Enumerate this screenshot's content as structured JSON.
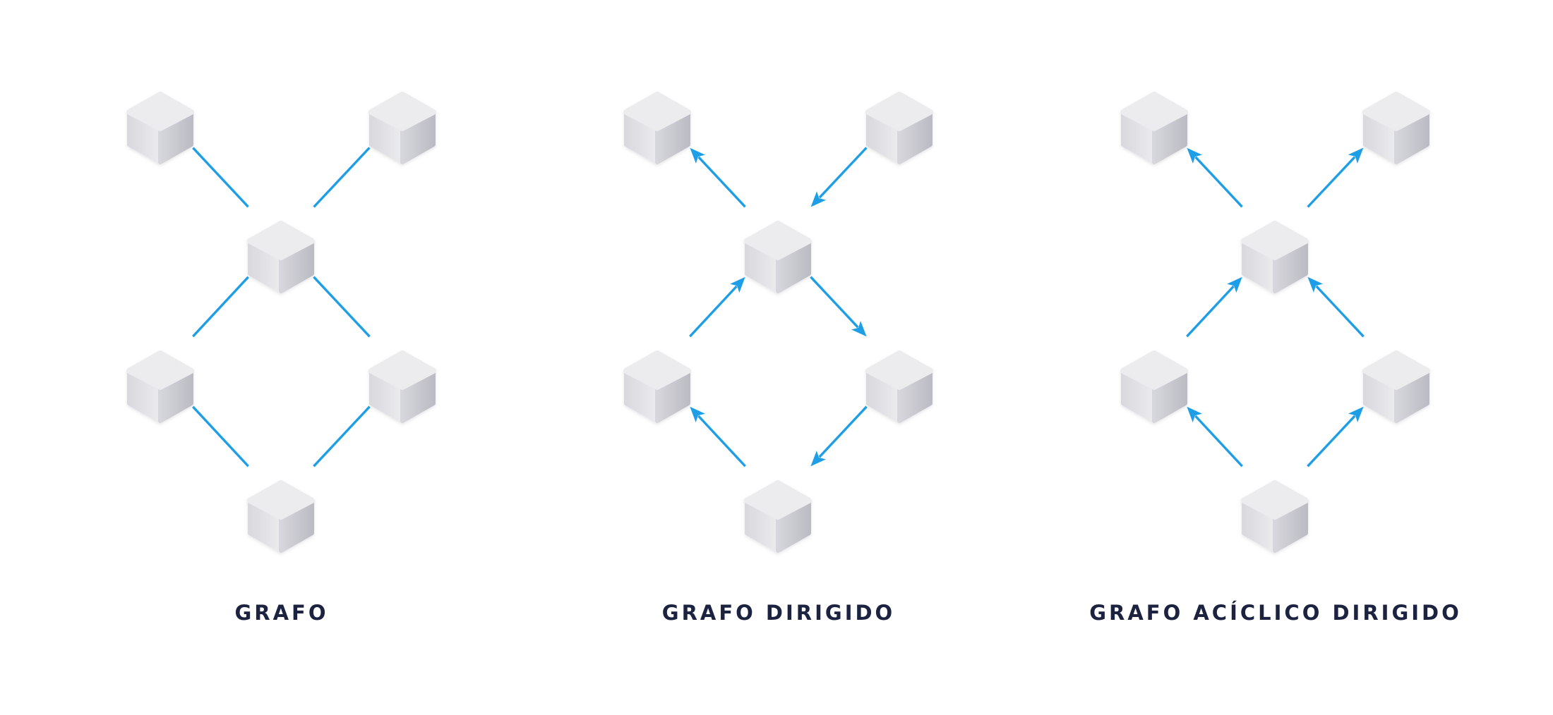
{
  "colors": {
    "edge": "#1e9ee6",
    "caption": "#1b2340",
    "node_top": "#ececee",
    "node_left": "#e1e1e5",
    "node_right": "#c5c5cc",
    "background": "#ffffff"
  },
  "node_icon": "isometric-cube-icon",
  "nodes": [
    "top-left",
    "top-right",
    "center",
    "middle-left",
    "middle-right",
    "bottom"
  ],
  "graphs": [
    {
      "caption": "GRAFO",
      "edges": [
        {
          "from": "top-left",
          "to": "center",
          "directed": false
        },
        {
          "from": "top-right",
          "to": "center",
          "directed": false
        },
        {
          "from": "center",
          "to": "middle-left",
          "directed": false
        },
        {
          "from": "center",
          "to": "middle-right",
          "directed": false
        },
        {
          "from": "middle-left",
          "to": "bottom",
          "directed": false
        },
        {
          "from": "middle-right",
          "to": "bottom",
          "directed": false
        }
      ]
    },
    {
      "caption": "GRAFO DIRIGIDO",
      "edges": [
        {
          "from": "center",
          "to": "top-left",
          "directed": true
        },
        {
          "from": "top-right",
          "to": "center",
          "directed": true
        },
        {
          "from": "middle-left",
          "to": "center",
          "directed": true
        },
        {
          "from": "center",
          "to": "middle-right",
          "directed": true
        },
        {
          "from": "middle-right",
          "to": "bottom",
          "directed": true
        },
        {
          "from": "bottom",
          "to": "middle-left",
          "directed": true
        }
      ]
    },
    {
      "caption": "GRAFO ACÍCLICO DIRIGIDO",
      "edges": [
        {
          "from": "center",
          "to": "top-left",
          "directed": true
        },
        {
          "from": "center",
          "to": "top-right",
          "directed": true
        },
        {
          "from": "middle-left",
          "to": "center",
          "directed": true
        },
        {
          "from": "middle-right",
          "to": "center",
          "directed": true
        },
        {
          "from": "bottom",
          "to": "middle-left",
          "directed": true
        },
        {
          "from": "bottom",
          "to": "middle-right",
          "directed": true
        }
      ]
    }
  ]
}
